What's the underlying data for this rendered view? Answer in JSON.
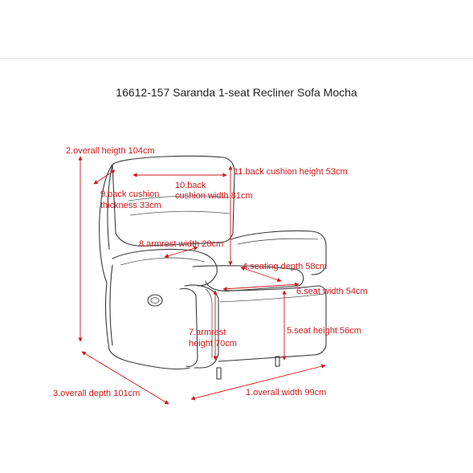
{
  "title": "16612-157 Saranda 1-seat Recliner Sofa Mocha",
  "colors": {
    "dimension": "#d01818",
    "outline": "#3a3a3a",
    "title": "#222222"
  },
  "dimensions": [
    {
      "id": "overall-height",
      "lines": [
        "2.overall heigth 104cm"
      ]
    },
    {
      "id": "back-cushion-height",
      "lines": [
        "11.back cushion height 53cm"
      ]
    },
    {
      "id": "back-cushion-width",
      "lines": [
        "10.back",
        "cushion width 81cm"
      ]
    },
    {
      "id": "back-cushion-thickness",
      "lines": [
        "9.back cushion",
        "thickness 33cm"
      ]
    },
    {
      "id": "armrest-width",
      "lines": [
        "8.armrest width 28cm"
      ]
    },
    {
      "id": "seating-depth",
      "lines": [
        "4.seating depth 58cm"
      ]
    },
    {
      "id": "seat-width",
      "lines": [
        "6.seat width 54cm"
      ]
    },
    {
      "id": "armrest-height",
      "lines": [
        "7.armrest",
        "height 70cm"
      ]
    },
    {
      "id": "seat-height",
      "lines": [
        "5.seat height 56cm"
      ]
    },
    {
      "id": "overall-depth",
      "lines": [
        "3.overall depth 101cm"
      ]
    },
    {
      "id": "overall-width",
      "lines": [
        "1.overall width 99cm"
      ]
    }
  ]
}
